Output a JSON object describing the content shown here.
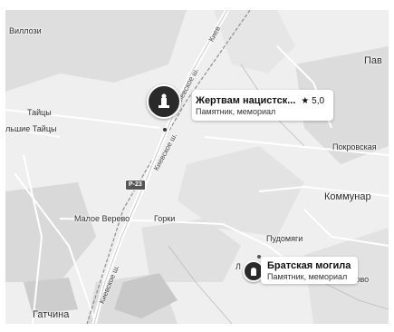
{
  "places": {
    "villozi": "Виллози",
    "pav": "Пав",
    "taitsy": "Тайцы",
    "bolshie_taitsy": "льшие Тайцы",
    "pokrovskaya": "Покровская",
    "kommunar": "Коммунар",
    "maloe_verevo": "Малое Верево",
    "gorki": "Горки",
    "pudomyagi": "Пудомяги",
    "gatchina": "Гатчина",
    "korpolovo": "Корпалово",
    "l": "Л"
  },
  "roads": {
    "kievskoe_1": "Киевское ш.",
    "kievskoe_2": "Киевское ш.",
    "kievskoe_3": "Киевское ш.",
    "kiev_top": "Киев",
    "p23": "Р-23"
  },
  "pois": [
    {
      "title": "Жертвам нацистск...",
      "rating": "★ 5,0",
      "category": "Памятник, мемориал",
      "icon": "monument-icon"
    },
    {
      "title": "Братская могила",
      "category": "Памятник, мемориал",
      "icon": "grave-icon"
    }
  ],
  "colors": {
    "background": "#efefef",
    "forest": "#dcdcdc",
    "water": "#c4c4c4",
    "road": "#ffffff",
    "pin": "#2a2a2a"
  }
}
